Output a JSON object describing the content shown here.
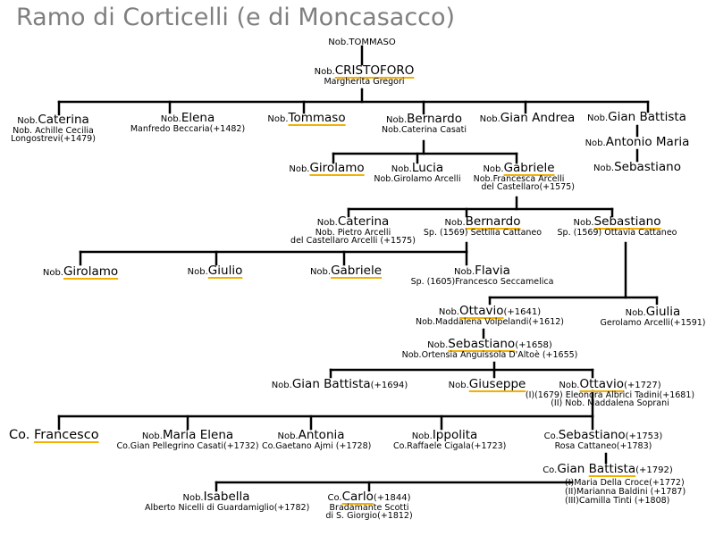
{
  "title": "Ramo di Corticelli (e di Moncasacco)",
  "colors": {
    "title": "#7f7f7f",
    "lines": "#000000",
    "underline_accent": "#f4b000"
  },
  "people": {
    "tommaso_root": {
      "prefix": "Nob.",
      "name": "TOMMASO"
    },
    "cristoforo": {
      "prefix": "Nob.",
      "name": "CRISTOFORO",
      "spouse": [
        "Margherita Gregori"
      ]
    },
    "caterina_1": {
      "prefix": "Nob.",
      "name": "Caterina",
      "spouse": [
        "Nob. Achille Cecilia",
        "Longostrevi(+1479)"
      ]
    },
    "elena": {
      "prefix": "Nob.",
      "name": "Elena",
      "spouse": [
        "Manfredo Beccaria(+1482)"
      ]
    },
    "tommaso": {
      "prefix": "Nob.",
      "name": "Tommaso"
    },
    "bernardo_1": {
      "prefix": "Nob.",
      "name": "Bernardo",
      "spouse": [
        "Nob.Caterina Casati"
      ]
    },
    "gian_andrea": {
      "prefix": "Nob.",
      "name": "Gian Andrea"
    },
    "gian_battista_1": {
      "prefix": "Nob.",
      "name": "Gian Battista"
    },
    "antonio_maria": {
      "prefix": "Nob.",
      "name": "Antonio Maria"
    },
    "sebastiano_1": {
      "prefix": "Nob.",
      "name": "Sebastiano"
    },
    "girolamo_1": {
      "prefix": "Nob.",
      "name": "Girolamo"
    },
    "lucia": {
      "prefix": "Nob.",
      "name": "Lucia",
      "spouse": [
        "Nob.Girolamo Arcelli"
      ]
    },
    "gabriele_1": {
      "prefix": "Nob.",
      "name": "Gabriele",
      "spouse": [
        "Nob.Francesca Arcelli",
        "del Castellaro(+1575)"
      ]
    },
    "caterina_2": {
      "prefix": "Nob.",
      "name": "Caterina",
      "spouse": [
        "Nob. Pietro Arcelli",
        "del Castellaro Arcelli (+1575)"
      ]
    },
    "bernardo_2": {
      "prefix": "Nob.",
      "name": "Bernardo",
      "spouse": [
        "Sp. (1569) Settilia Cattaneo"
      ]
    },
    "sebastiano_2": {
      "prefix": "Nob.",
      "name": "Sebastiano",
      "spouse": [
        "Sp. (1569) Ottavia Cattaneo"
      ]
    },
    "girolamo_2": {
      "prefix": "Nob.",
      "name": "Girolamo"
    },
    "giulio": {
      "prefix": "Nob.",
      "name": "Giulio"
    },
    "gabriele_2": {
      "prefix": "Nob.",
      "name": "Gabriele"
    },
    "flavia": {
      "prefix": "Nob.",
      "name": "Flavia",
      "spouse": [
        "Sp. (1605)Francesco Seccamelica"
      ]
    },
    "ottavio_1": {
      "prefix": "Nob.",
      "name": "Ottavio",
      "years": "(+1641)",
      "spouse": [
        "Nob.Maddalena Volpelandi(+1612)"
      ]
    },
    "giulia": {
      "prefix": "Nob.",
      "name": "Giulia",
      "spouse": [
        "Gerolamo  Arcelli(+1591)"
      ]
    },
    "sebastiano_3": {
      "prefix": "Nob.",
      "name": "Sebastiano",
      "years": "(+1658)",
      "spouse": [
        "Nob.Ortensia Anguissola D'Altoè (+1655)"
      ]
    },
    "gian_battista_2": {
      "prefix": "Nob.",
      "name": "Gian Battista",
      "years": "(+1694)"
    },
    "giuseppe": {
      "prefix": "Nob.",
      "name": "Giuseppe"
    },
    "ottavio_2": {
      "prefix": "Nob.",
      "name": "Ottavio",
      "years": "(+1727)",
      "spouse": [
        "(I)(1679) Eleonora Albrici Tadini(+1681)",
        "(II) Nob. Maddalena Soprani"
      ]
    },
    "francesco": {
      "prefix": "Co.",
      "name": "Francesco"
    },
    "maria_elena": {
      "prefix": "Nob.",
      "name": "Maria Elena",
      "spouse": [
        "Co.Gian Pellegrino Casati(+1732)"
      ]
    },
    "antonia": {
      "prefix": "Nob.",
      "name": "Antonia",
      "spouse": [
        "Co.Gaetano Ajmi (+1728)"
      ]
    },
    "ippolita": {
      "prefix": "Nob.",
      "name": "Ippolita",
      "spouse": [
        "Co.Raffaele Cigala(+1723)"
      ]
    },
    "sebastiano_4": {
      "prefix": "Co.",
      "name": "Sebastiano",
      "years": "(+1753)",
      "spouse": [
        "Rosa Cattaneo(+1783)"
      ]
    },
    "gian_battista_3": {
      "prefix": "Co.",
      "name": "Gian Battista",
      "years": "(+1792)",
      "spouse": [
        "(I)Maria Della Croce(+1772)",
        "(II)Marianna Baldini  (+1787)",
        "(III)Camilla Tinti (+1808)"
      ]
    },
    "isabella": {
      "prefix": "Nob.",
      "name": "Isabella",
      "spouse": [
        "Alberto Nicelli di Guardamiglio(+1782)"
      ]
    },
    "carlo": {
      "prefix": "Co.",
      "name": "Carlo",
      "years": "(+1844)",
      "spouse": [
        "Bradamante Scotti",
        "di S. Giorgio(+1812)"
      ]
    }
  }
}
